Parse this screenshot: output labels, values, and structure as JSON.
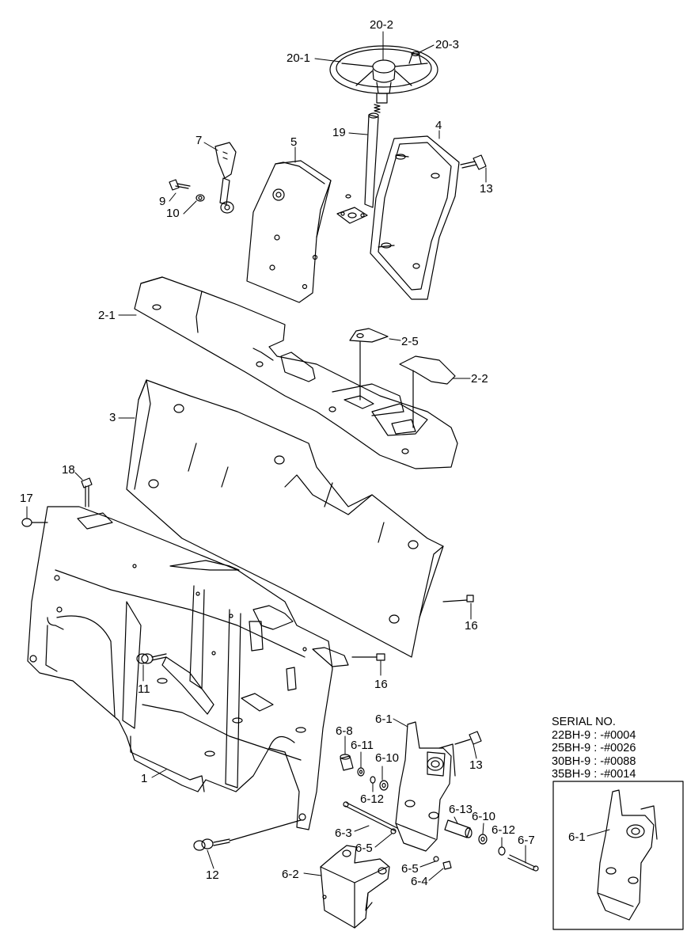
{
  "labels": {
    "l20_2": "20-2",
    "l20_1": "20-1",
    "l20_3": "20-3",
    "l7": "7",
    "l5": "5",
    "l19": "19",
    "l4": "4",
    "l9": "9",
    "l10": "10",
    "l13a": "13",
    "l2_1": "2-1",
    "l2_5": "2-5",
    "l2_2": "2-2",
    "l3": "3",
    "l18": "18",
    "l17": "17",
    "l16a": "16",
    "l16b": "16",
    "l11": "11",
    "l6_1": "6-1",
    "l6_8": "6-8",
    "l6_11": "6-11",
    "l6_10a": "6-10",
    "l13b": "13",
    "l6_12a": "6-12",
    "l1": "1",
    "l6_13": "6-13",
    "l6_10b": "6-10",
    "l6_12b": "6-12",
    "l6_7": "6-7",
    "l6_3": "6-3",
    "l6_5a": "6-5",
    "l6_5b": "6-5",
    "l12": "12",
    "l6_2": "6-2",
    "l6_4": "6-4",
    "l6_1_inset": "6-1"
  },
  "serial": {
    "title": "SERIAL NO.",
    "rows": [
      "22BH-9 : -#0004",
      "25BH-9 : -#0026",
      "30BH-9 : -#0088",
      "35BH-9 : -#0014"
    ]
  }
}
